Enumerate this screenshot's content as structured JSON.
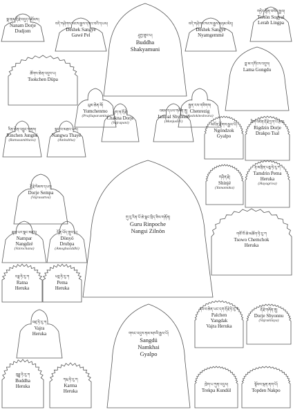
{
  "outline_color": "#555555",
  "figures": [
    {
      "id": "nanam-dorje-dudjom",
      "tib": "སྣ་ནམ་རྡོ་རྗེ་བདུད་འཇོམས།",
      "name1": "Nanam Dorje",
      "name2": "Dudjom",
      "skt": ""
    },
    {
      "id": "deshek-sangye-gawe-pel",
      "tib": "བདེ་གཤེགས་སངས་རྒྱས་དགའ་བའི་དཔལ།",
      "name1": "Deshek Sangye",
      "name2": "Gawé Pel",
      "skt": ""
    },
    {
      "id": "buddha-shakyamuni",
      "tib": "ཤཱཀྱ་ཐུབ་པ།",
      "name1": "Buddha",
      "name2": "Shakyamuni",
      "skt": ""
    },
    {
      "id": "deshek-sangye-nyamgemme",
      "tib": "བདེ་གཤེགས་སངས་རྒྱས་མཉམ་མེད།",
      "name1": "Deshek Sangye",
      "name2": "Nyamgemmé",
      "skt": ""
    },
    {
      "id": "terton-sogyal",
      "tib": "གཏེར་སྟོན་བསོད་རྒྱལ།",
      "name1": "Tertön Sogyal",
      "name2": "Lerab Lingpa",
      "skt": ""
    },
    {
      "id": "tsokchen-dupa",
      "tib": "ཚོགས་ཆེན་འདུས་པ།",
      "name1": "Tsokchen Düpa",
      "name2": "",
      "skt": ""
    },
    {
      "id": "yumchenmo",
      "tib": "ཡུམ་ཆེན་མོ།",
      "name1": "Yumchenmo",
      "name2": "",
      "skt": "(Prajñaparamita)"
    },
    {
      "id": "chenrezig",
      "tib": "སྤྱན་རས་གཟིགས།",
      "name1": "Chenrezig",
      "name2": "",
      "skt": "(Avalokiteshvara)"
    },
    {
      "id": "lama-gongdu",
      "tib": "བླ་མ་དགོངས་འདུས།",
      "name1": "Lama Gongdu",
      "name2": "",
      "skt": ""
    },
    {
      "id": "chakna-dorje",
      "tib": "ཕྱག་ན་རྡོ་རྗེ།",
      "name1": "Chakna Dorje",
      "name2": "",
      "skt": "(Vajrapani)"
    },
    {
      "id": "jampal-shyonnu",
      "tib": "འཇམ་དཔལ་གཞོན་ནུ།",
      "name1": "Jampal Shyönnu",
      "name2": "",
      "skt": "(Manjushri)"
    },
    {
      "id": "ngondzok-gyalpo",
      "tib": "མངོན་རྫོགས་རྒྱལ་པོ།",
      "name1": "Ngöndzok",
      "name2": "Gyalpo",
      "skt": ""
    },
    {
      "id": "rigdzin-dorje-drakpo-tsal",
      "tib": "རིག་འཛིན་རྡོ་རྗེ་དྲག་པོ་རྩལ།",
      "name1": "Rigdzin Dorje",
      "name2": "Drakpo Tsal",
      "skt": ""
    },
    {
      "id": "rinchen-jungne",
      "tib": "རིན་ཆེན་འབྱུང་གནས།",
      "name1": "Rinchen Jungné",
      "name2": "",
      "skt": "(Ratnasambhava)"
    },
    {
      "id": "nangwa-thaye",
      "tib": "སྣང་བ་མཐའ་ཡས།",
      "name1": "Nangwa Thayé",
      "name2": "",
      "skt": "(Amitabha)"
    },
    {
      "id": "dorje-sempa",
      "tib": "རྡོ་རྗེ་སེམས་དཔའ།",
      "name1": "Dorje Sempa",
      "name2": "",
      "skt": "(Vajrasattva)"
    },
    {
      "id": "guru-rinpoche",
      "tib": "གུ་རུ་རིན་པོ་ཆེ་སྣང་སྲིད་ཟིལ་གནོན།",
      "name1": "Guru Rinpoche",
      "name2": "Nangsi Zilnön",
      "skt": ""
    },
    {
      "id": "shinje",
      "tib": "གཤིན་རྗེ།",
      "name1": "Shinjé",
      "name2": "",
      "skt": "(Yamantaka)"
    },
    {
      "id": "tamdrin-pema-heruka",
      "tib": "རྟ་མགྲིན་པདྨ་ཧེ་རུ་ཀ",
      "name1": "Tamdrin Pema",
      "name2": "Heruka",
      "skt": "(Hayagriva)"
    },
    {
      "id": "nampar-nangdze",
      "tib": "རྣམ་པར་སྣང་མཛད།",
      "name1": "Nampar",
      "name2": "Nangdzé",
      "skt": "(Vairochana)"
    },
    {
      "id": "donyo-drubpa",
      "tib": "དོན་ཡོད་གྲུབ་པ།",
      "name1": "Dönyö",
      "name2": "Drubpa",
      "skt": "(Amoghasiddhi)"
    },
    {
      "id": "tsowo-chemchok-heruka",
      "tib": "གཙོ་བོ་ཆེ་མཆོག་ཧེ་རུ་ཀ",
      "name1": "Tsowo Chemchok",
      "name2": "Heruka",
      "skt": ""
    },
    {
      "id": "ratna-heruka",
      "tib": "རཏྣ་ཧེ་རུ་ཀ",
      "name1": "Ratna",
      "name2": "Heruka",
      "skt": ""
    },
    {
      "id": "pema-heruka",
      "tib": "པདྨ་ཧེ་རུ་ཀ",
      "name1": "Pema",
      "name2": "Heruka",
      "skt": ""
    },
    {
      "id": "vajra-heruka",
      "tib": "བཛྲ་ཧེ་རུ་ཀ",
      "name1": "Vajra",
      "name2": "Heruka",
      "skt": ""
    },
    {
      "id": "sangdu-namkhai-gyalpo",
      "tib": "གསང་འདུས་ནམ་མཁའི་རྒྱལ་པོ།",
      "name1": "Sangdü",
      "name2": "Namkhai",
      "name3": "Gyalpo",
      "skt": ""
    },
    {
      "id": "palchen-yangdak",
      "tib": "དཔལ་ཆེན་ཡང་དག་རྡོ་རྗེ་ཧེ་རུ་ཀ",
      "name1": "Palchen",
      "name2": "Yangdak",
      "name3": "Vajra Heruka",
      "skt": ""
    },
    {
      "id": "dorje-shyonnu",
      "tib": "རྡོ་རྗེ་གཞོན་ནུ།",
      "name1": "Dorje Shyonnu",
      "name2": "",
      "skt": "(Vajrakilaya)"
    },
    {
      "id": "buddha-heruka",
      "tib": "བུདྡྷ་ཧེ་རུ་ཀ",
      "name1": "Buddha",
      "name2": "Heruka",
      "skt": ""
    },
    {
      "id": "karma-heruka",
      "tib": "ཀརྨ་ཧེ་རུ་ཀ",
      "name1": "Karma",
      "name2": "Heruka",
      "skt": ""
    },
    {
      "id": "trekpa-kundul",
      "tib": "ཁྲེག་པ་ཀུན་འདུལ།",
      "name1": "Trekpa Kundül",
      "name2": "",
      "skt": ""
    },
    {
      "id": "topden-nakpo",
      "tib": "སྟོབས་ལྡན་ནག་པོ།",
      "name1": "Topden Nakpo",
      "name2": "",
      "skt": ""
    }
  ]
}
